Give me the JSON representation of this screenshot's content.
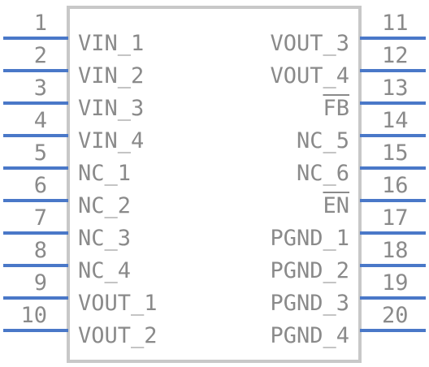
{
  "colors": {
    "pin": "#4a78c8",
    "body": "#c8c8c8",
    "text": "#8a8a8a"
  },
  "left_pins": [
    {
      "number": "1",
      "name": "VIN_1"
    },
    {
      "number": "2",
      "name": "VIN_2"
    },
    {
      "number": "3",
      "name": "VIN_3"
    },
    {
      "number": "4",
      "name": "VIN_4"
    },
    {
      "number": "5",
      "name": "NC_1"
    },
    {
      "number": "6",
      "name": "NC_2"
    },
    {
      "number": "7",
      "name": "NC_3"
    },
    {
      "number": "8",
      "name": "NC_4"
    },
    {
      "number": "9",
      "name": "VOUT_1"
    },
    {
      "number": "10",
      "name": "VOUT_2"
    }
  ],
  "right_pins": [
    {
      "number": "11",
      "name": "VOUT_3"
    },
    {
      "number": "12",
      "name": "VOUT_4"
    },
    {
      "number": "13",
      "name": "FB",
      "overbar": true
    },
    {
      "number": "14",
      "name": "NC_5"
    },
    {
      "number": "15",
      "name": "NC_6"
    },
    {
      "number": "16",
      "name": "EN",
      "overbar": true
    },
    {
      "number": "17",
      "name": "PGND_1"
    },
    {
      "number": "18",
      "name": "PGND_2"
    },
    {
      "number": "19",
      "name": "PGND_3"
    },
    {
      "number": "20",
      "name": "PGND_4"
    }
  ]
}
